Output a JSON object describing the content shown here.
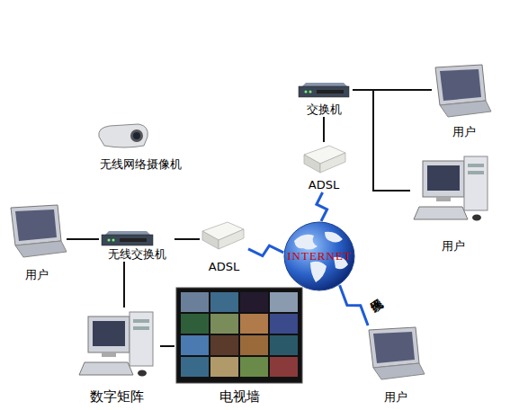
{
  "diagram": {
    "nodes": [
      {
        "text": [
          "交换机"
        ]
      },
      {
        "text": [
          "ADSL"
        ]
      },
      {
        "text": [
          "用户"
        ]
      },
      {
        "text": [
          "用户"
        ]
      },
      {
        "text": [
          "无线网络摄像机"
        ]
      },
      {
        "text": [
          "用户"
        ]
      },
      {
        "text": [
          "无线交换机"
        ]
      },
      {
        "text": [
          "ADSL"
        ]
      },
      {
        "text": [
          "INTERNET"
        ]
      },
      {
        "text": [
          "数字矩阵"
        ]
      },
      {
        "text": [
          "电视墙"
        ]
      },
      {
        "text": [
          "用户"
        ]
      }
    ],
    "edges": [
      {
        "from": 0,
        "to": 2,
        "arrow": "none"
      },
      {
        "from": 0,
        "to": 3,
        "arrow": "none"
      },
      {
        "from": 0,
        "to": 1,
        "arrow": "none"
      },
      {
        "from": 1,
        "to": 8,
        "arrow": "none"
      },
      {
        "from": 5,
        "to": 6,
        "arrow": "none"
      },
      {
        "from": 6,
        "to": 7,
        "arrow": "none"
      },
      {
        "from": 7,
        "to": 8,
        "arrow": "none"
      },
      {
        "from": 6,
        "to": 9,
        "arrow": "none"
      },
      {
        "from": 9,
        "to": 10,
        "arrow": "none"
      },
      {
        "from": 8,
        "to": 11,
        "label": "无线网络",
        "arrow": "none"
      }
    ]
  }
}
